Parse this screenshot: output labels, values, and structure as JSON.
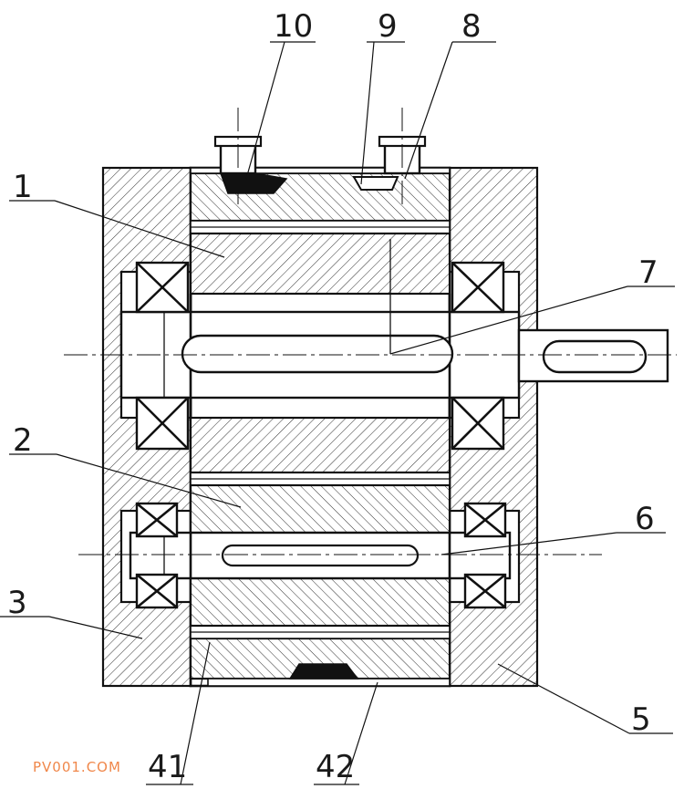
{
  "labels": {
    "l1": "1",
    "l2": "2",
    "l3": "3",
    "l5": "5",
    "l6": "6",
    "l7": "7",
    "l8": "8",
    "l9": "9",
    "l10": "10",
    "l41": "41",
    "l42": "42"
  },
  "watermark": "PV001.COM"
}
